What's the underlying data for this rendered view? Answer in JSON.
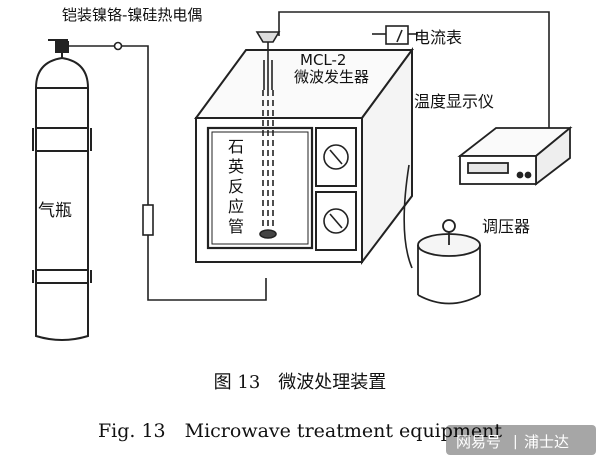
{
  "labels": {
    "thermocouple": "铠装镍铬-镍硅热电偶",
    "ammeter": "电流表",
    "generator_model": "MCL-2",
    "generator_name": "微波发生器",
    "temp_display": "温度显示仪",
    "quartz_reactor": [
      "石",
      "英",
      "反",
      "应",
      "管"
    ],
    "gas_cylinder": "气瓶",
    "regulator": "调压器"
  },
  "caption": {
    "zh": "图 13　微波处理装置",
    "en": "Fig. 13　Microwave treatment equipment"
  },
  "watermark": {
    "site": "网易号",
    "separator": "|",
    "author": "浦士达"
  }
}
